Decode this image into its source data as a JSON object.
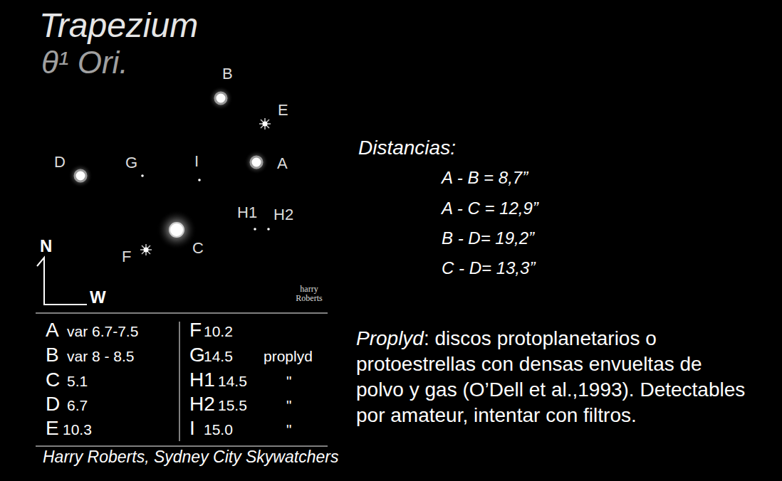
{
  "diagram": {
    "title": "Trapezium",
    "caption": "Harry Roberts, Sydney City Skywatchers",
    "labels": [
      "θ¹ Ori.",
      "B",
      "E",
      "D",
      "G",
      "I",
      "A",
      "H1",
      "H2",
      "F",
      "C",
      "N",
      "W",
      "harry Roberts",
      "A",
      "var 6.7-7.5",
      "B",
      "var 8 - 8.5",
      "C",
      "5.1",
      "D",
      "6.7",
      "E",
      "10.3",
      "F",
      "10.2",
      "G",
      "14.5",
      "proplyd",
      "H1",
      "14.5",
      "\"",
      "H2",
      "15.5",
      "\"",
      "I",
      "15.0",
      "\"",
      "Distancias:",
      "A - B = 8,7”",
      "A - C = 12,9”",
      "B - D= 19,2”",
      "C - D= 13,3”",
      "Proplyd",
      ": discos protoplanetarios o protoestrellas con densas envueltas de polvo y gas (O’Dell et al.,1993). Detectables por amateur, intentar con filtros."
    ]
  }
}
